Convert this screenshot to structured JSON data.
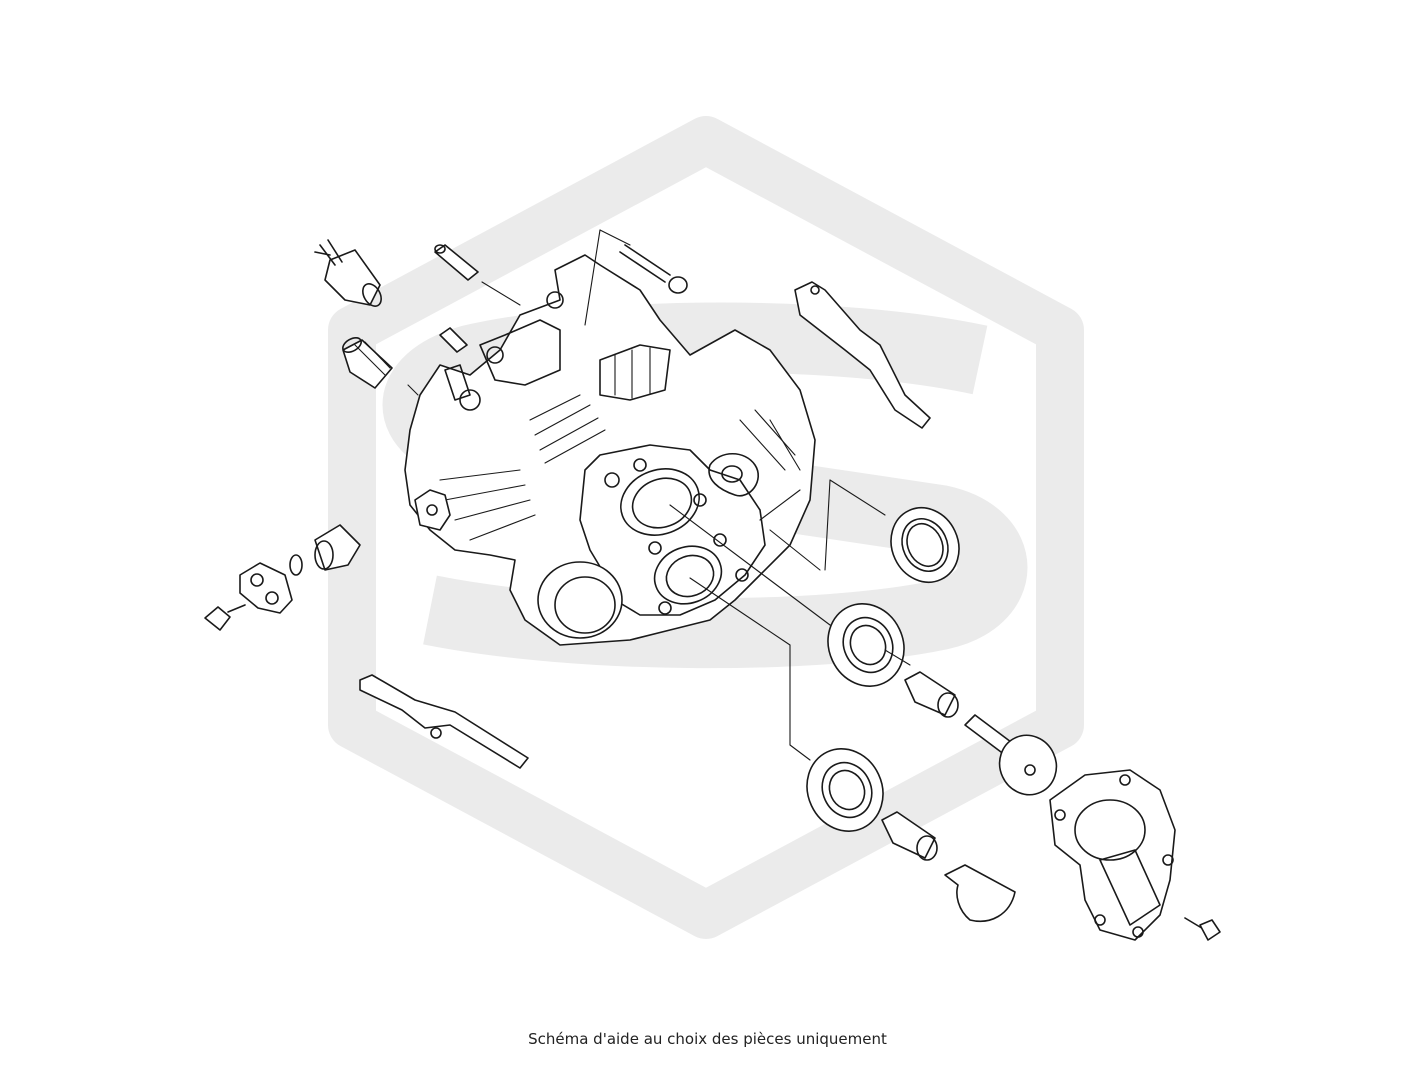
{
  "caption": "Schéma d'aide au choix des pièces uniquement",
  "colors": {
    "watermark": "#ebebeb",
    "line": "#1a1a1a",
    "background": "#ffffff"
  },
  "diagram": {
    "type": "exploded-view",
    "subject": "gearbox-housing"
  }
}
